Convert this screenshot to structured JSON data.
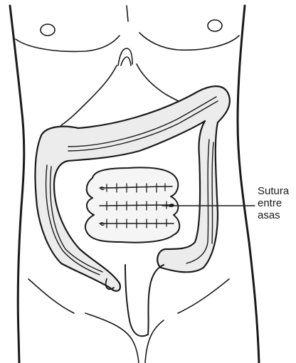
{
  "label": {
    "line1": "Sutura",
    "line2": "entre",
    "line3": "asas"
  },
  "colors": {
    "ink": "#1a1a1a",
    "colon_fill": "#ececec",
    "background": "#ffffff"
  }
}
